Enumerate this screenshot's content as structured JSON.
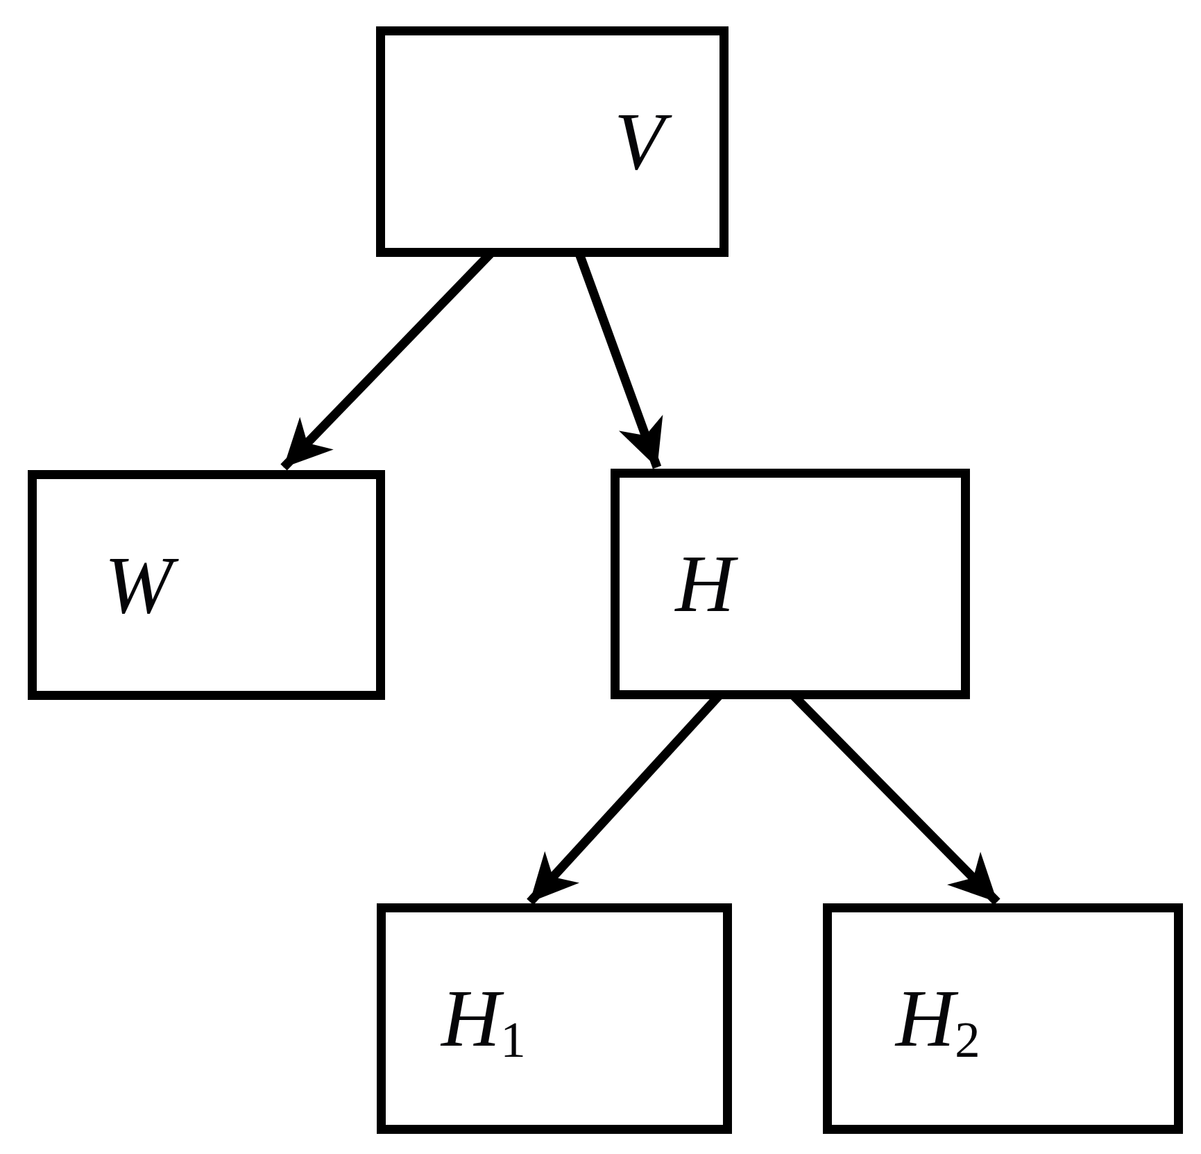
{
  "diagram": {
    "background_color": "#ffffff",
    "stroke_color": "#000000",
    "text_color": "#050508",
    "nodes": [
      {
        "id": "V",
        "label_base": "V",
        "label_sub": ""
      },
      {
        "id": "W",
        "label_base": "W",
        "label_sub": ""
      },
      {
        "id": "H",
        "label_base": "H",
        "label_sub": ""
      },
      {
        "id": "H1",
        "label_base": "H",
        "label_sub": "1"
      },
      {
        "id": "H2",
        "label_base": "H",
        "label_sub": "2"
      }
    ],
    "edges": [
      {
        "from": "V",
        "to": "W"
      },
      {
        "from": "V",
        "to": "H"
      },
      {
        "from": "H",
        "to": "H1"
      },
      {
        "from": "H",
        "to": "H2"
      }
    ]
  }
}
